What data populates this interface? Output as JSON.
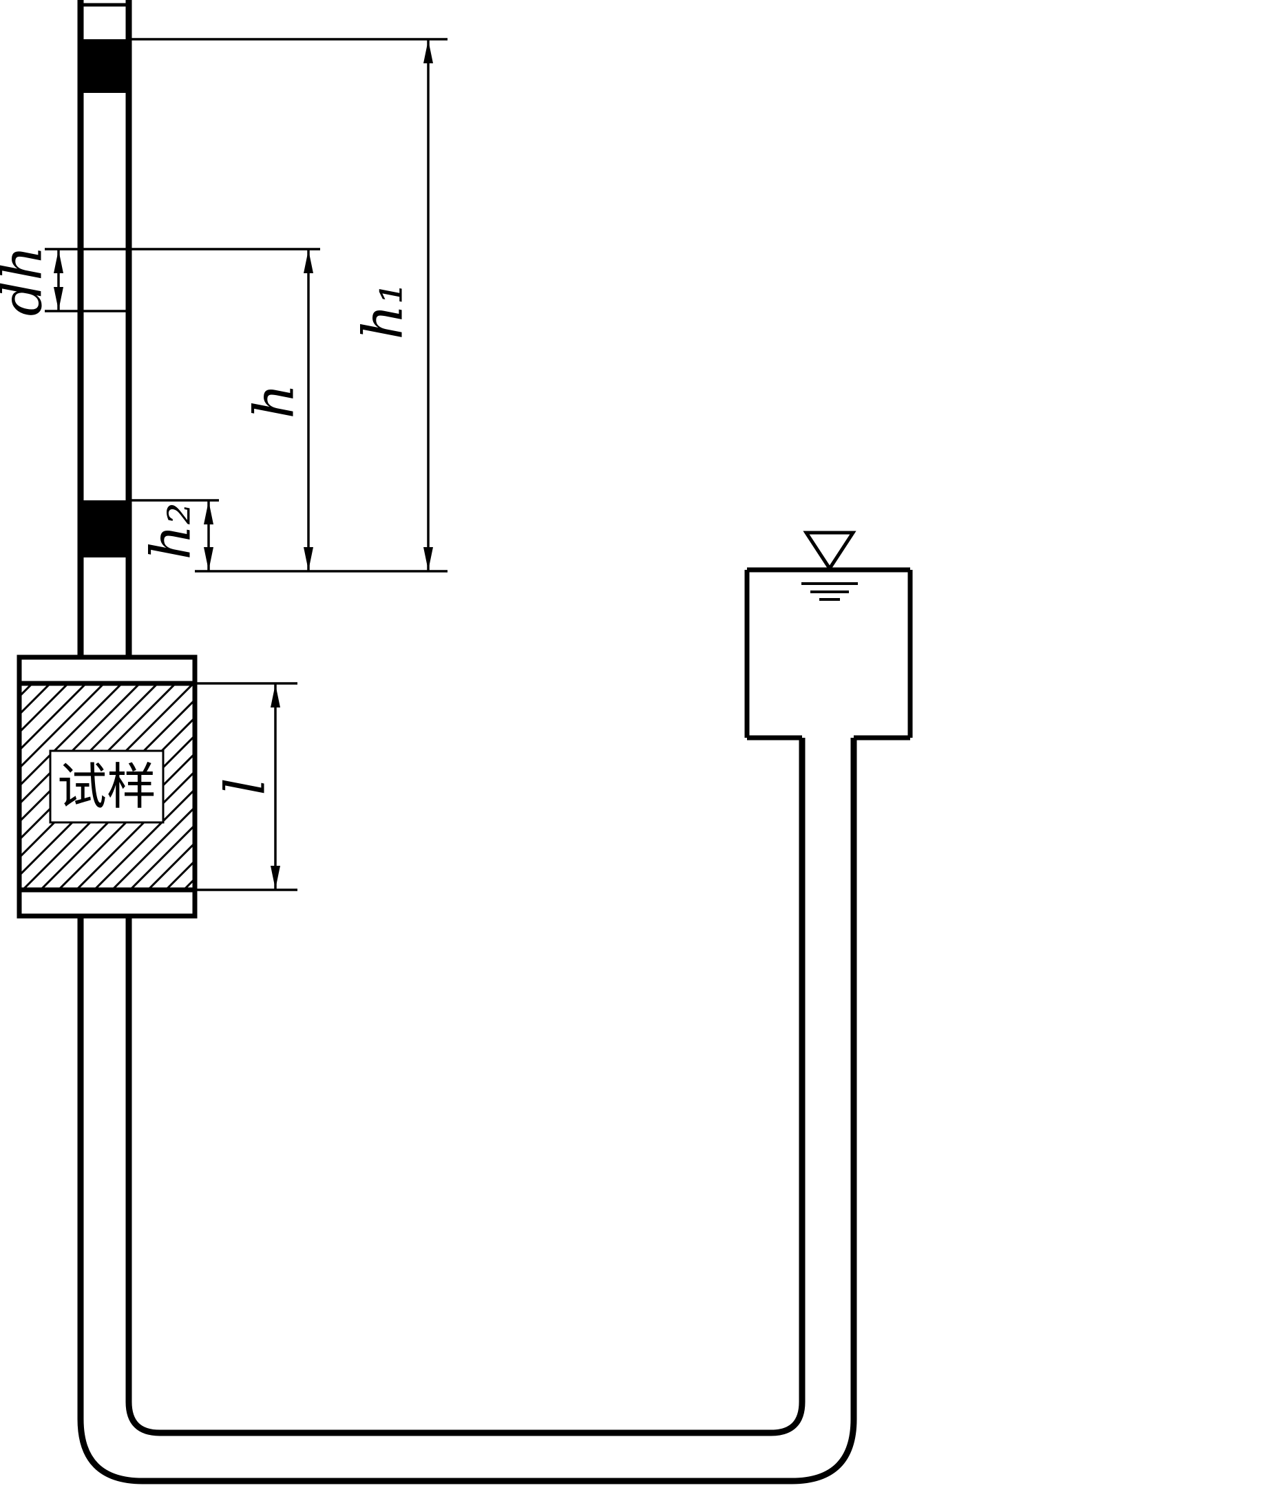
{
  "colors": {
    "line": "#000000",
    "background": "#ffffff",
    "band_fill": "#000000"
  },
  "labels": {
    "dh": "dh",
    "h": "h",
    "h1": "h₁",
    "h2": "h₂",
    "l": "l",
    "sample": "试样"
  }
}
